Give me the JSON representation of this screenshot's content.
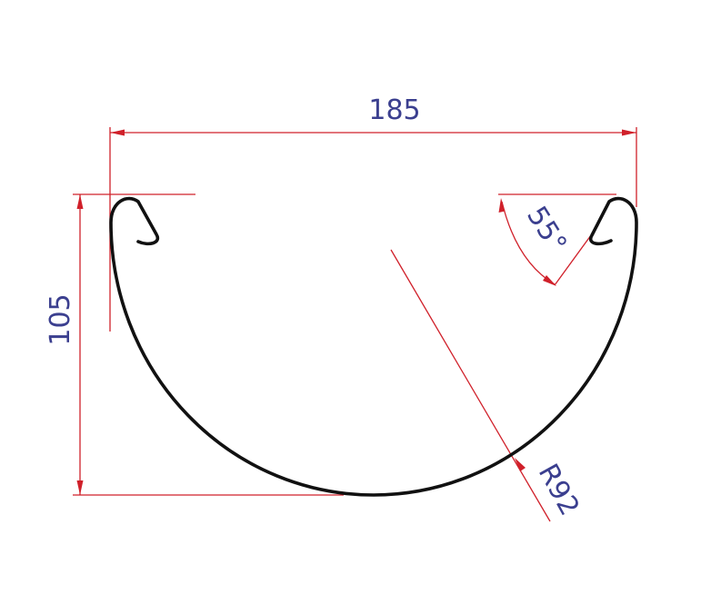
{
  "dimensions": {
    "width_label": "185",
    "height_label": "105",
    "angle_label": "55°",
    "radius_label": "R92"
  },
  "colors": {
    "dimension_line": "#d0202a",
    "dimension_text": "#3b3f8f",
    "profile_line": "#111111",
    "background": "#ffffff"
  }
}
